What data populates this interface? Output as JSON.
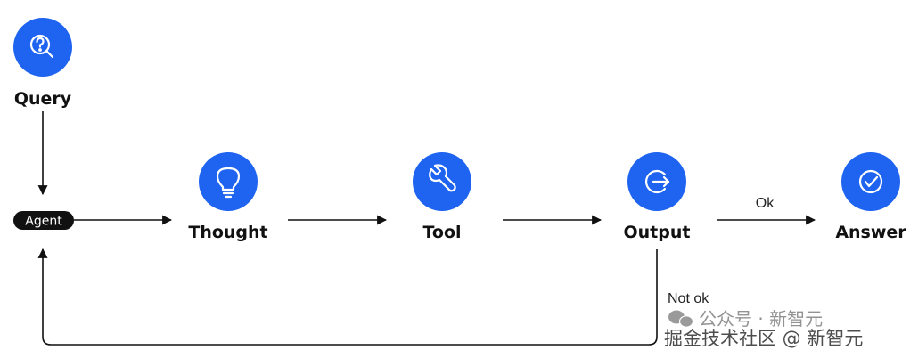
{
  "colors": {
    "node_fill": "#1e64f0",
    "icon_stroke": "#ffffff",
    "arrow": "#111111",
    "agent_pill": "#111111"
  },
  "nodes": {
    "query": {
      "label": "Query",
      "icon": "search-question-icon"
    },
    "agent": {
      "label": "Agent"
    },
    "thought": {
      "label": "Thought",
      "icon": "lightbulb-icon"
    },
    "tool": {
      "label": "Tool",
      "icon": "wrench-icon"
    },
    "output": {
      "label": "Output",
      "icon": "exit-arrow-icon"
    },
    "answer": {
      "label": "Answer",
      "icon": "check-circle-icon"
    }
  },
  "edges": {
    "ok_label": "Ok",
    "not_ok_label": "Not ok"
  },
  "watermark": {
    "account": "公众号 · 新智元",
    "line": "掘金技术社区 @ 新智元",
    "icon": "wechat-icon"
  }
}
